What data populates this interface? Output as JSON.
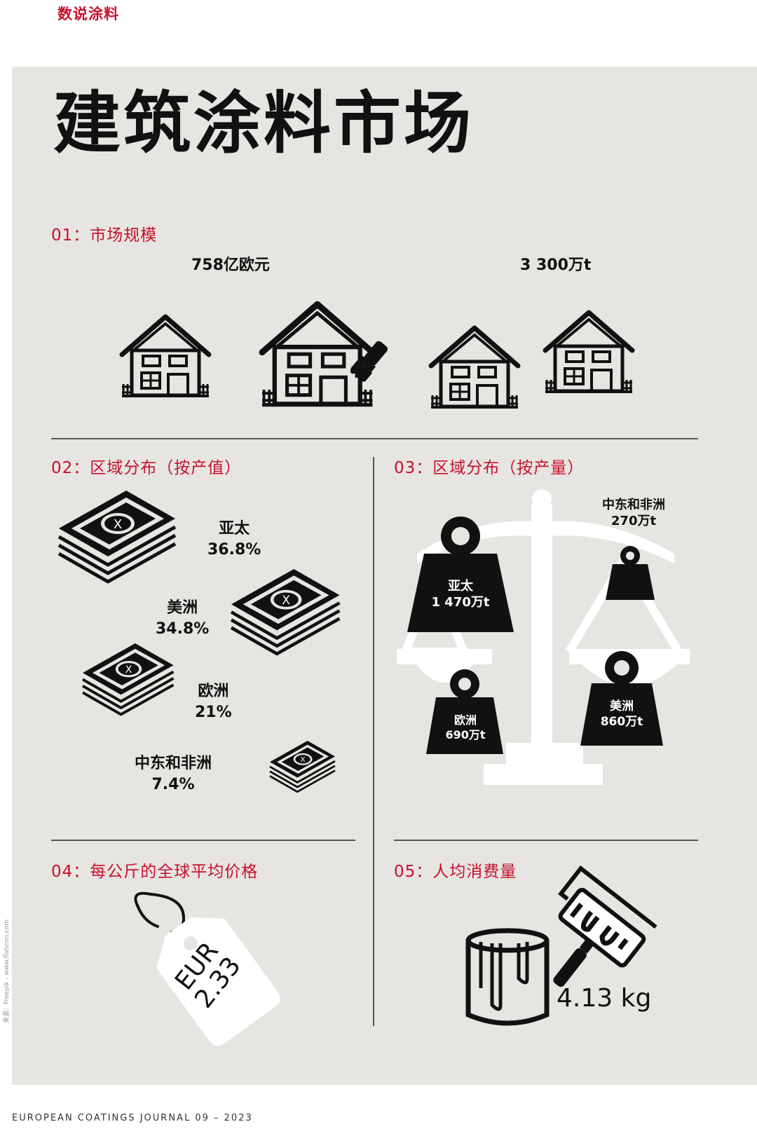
{
  "header": {
    "section_tag": "数说涂料"
  },
  "title": "建筑涂料市场",
  "s1": {
    "heading": "01：市场规模",
    "value_eur": "758亿欧元",
    "value_tonnes": "3 300万t"
  },
  "s2": {
    "heading": "02：区域分布（按产值）",
    "regions": [
      {
        "name": "亚太",
        "share": "36.8%"
      },
      {
        "name": "美洲",
        "share": "34.8%"
      },
      {
        "name": "欧洲",
        "share": "21%"
      },
      {
        "name": "中东和非洲",
        "share": "7.4%"
      }
    ]
  },
  "s3": {
    "heading": "03：区域分布（按产量）",
    "regions": [
      {
        "name": "亚太",
        "volume": "1 470万t"
      },
      {
        "name": "中东和非洲",
        "volume": "270万t"
      },
      {
        "name": "欧洲",
        "volume": "690万t"
      },
      {
        "name": "美洲",
        "volume": "860万t"
      }
    ]
  },
  "s4": {
    "heading": "04：每公斤的全球平均价格",
    "currency": "EUR",
    "price": "2.33"
  },
  "s5": {
    "heading": "05：人均消费量",
    "value": "4.13 kg"
  },
  "credit": "来源：Freepik - www.flaticon.com",
  "footer": "EUROPEAN COATINGS JOURNAL 09 – 2023",
  "colors": {
    "accent": "#c8102e",
    "panel": "#e6e5e1",
    "ink": "#111111"
  },
  "icons": [
    "house-icon",
    "paintbrush-icon",
    "banknote-stack-icon",
    "balance-scale-icon",
    "weight-icon",
    "price-tag-icon",
    "paint-bucket-icon",
    "paint-roller-icon"
  ]
}
